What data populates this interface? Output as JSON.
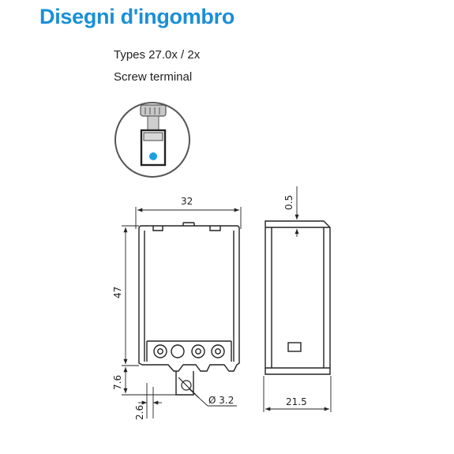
{
  "header": {
    "title": "Disegni d'ingombro",
    "types": "Types 27.0x / 2x",
    "terminal": "Screw terminal"
  },
  "colors": {
    "title": "#1a8fd6",
    "dot": "#1aa0e0",
    "line": "#222222"
  },
  "dimensions": {
    "width": "32",
    "height": "47",
    "pin_length": "7.6",
    "pin_width": "2.6",
    "hole": "Ø 3.2",
    "depth": "21.5",
    "offset": "0.5"
  }
}
